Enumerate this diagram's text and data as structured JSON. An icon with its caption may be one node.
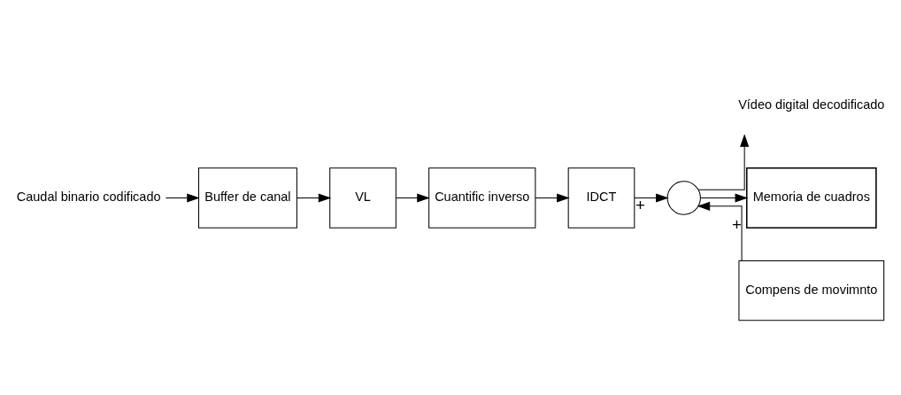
{
  "diagram": {
    "nodes": [
      {
        "text": [
          "Caudal binario codificado"
        ]
      },
      {
        "text": [
          "Buffer de canal"
        ]
      },
      {
        "text": [
          "VL"
        ]
      },
      {
        "text": [
          "Cuantific inverso"
        ]
      },
      {
        "text": [
          "IDCT"
        ]
      },
      {
        "text": [],
        "shape": "circle"
      },
      {
        "text": [
          "Vídeo digital decodificado"
        ]
      },
      {
        "text": [
          "Compens de movimnto"
        ]
      },
      {
        "text": [
          "Memoria de cuadros"
        ]
      }
    ],
    "edges": [
      {
        "from": 0,
        "to": 1,
        "arrow": "to"
      },
      {
        "from": 1,
        "to": 2,
        "arrow": "to"
      },
      {
        "from": 2,
        "to": 3,
        "arrow": "to"
      },
      {
        "from": 3,
        "to": 4,
        "arrow": "to"
      },
      {
        "from": 4,
        "to": 5,
        "arrow": "to",
        "label": "+"
      },
      {
        "from": 7,
        "to": 5,
        "arrow": "to",
        "label": "+"
      },
      {
        "from": 5,
        "to": 6,
        "arrow": "to"
      },
      {
        "from": 5,
        "to": 8,
        "arrow": "to"
      }
    ]
  }
}
